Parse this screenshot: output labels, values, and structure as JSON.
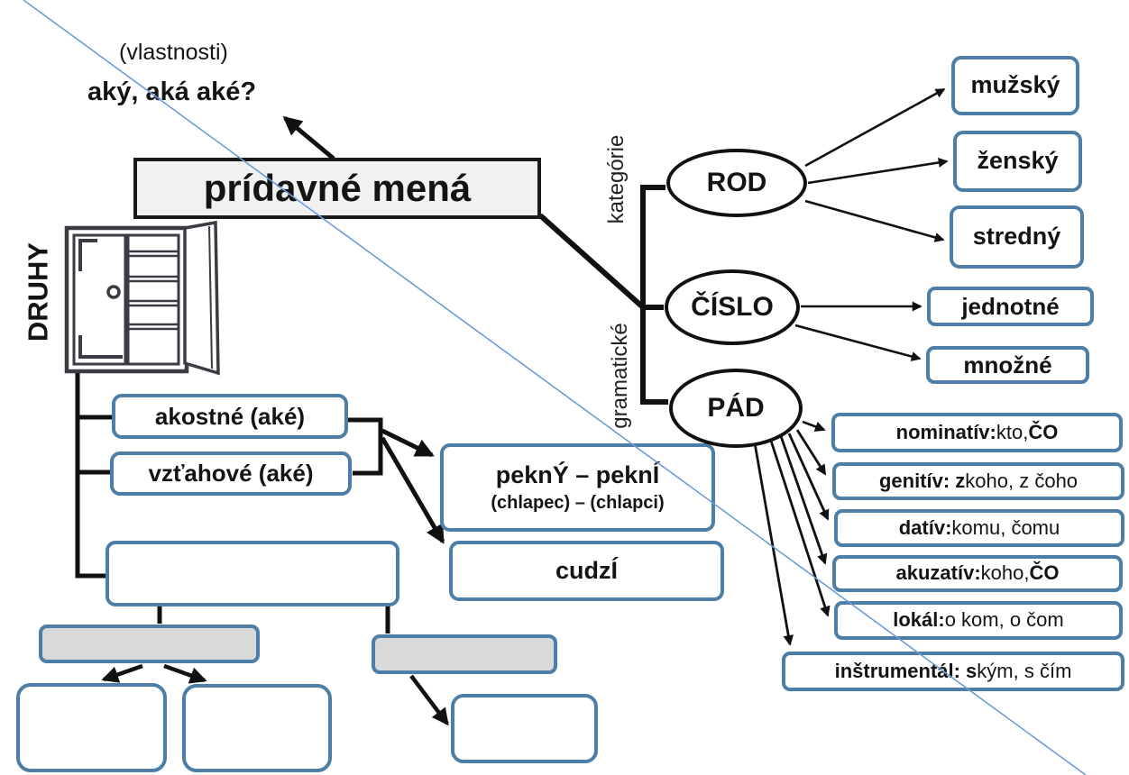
{
  "diagram": {
    "hint": "(vlastnosti)",
    "question": "aký, aká aké?",
    "root": "prídavné mená",
    "left_heading": "DRUHY",
    "types": {
      "akostne": "akostné (aké)",
      "vztahove": "vzťahové (aké)"
    },
    "examples": {
      "pair_line1": "peknÝ – peknÍ",
      "pair_line2": "(chlapec) – (chlapci)",
      "foreign": "cudzÍ"
    },
    "group_labels": {
      "top": "kategórie",
      "bottom": "gramatické"
    },
    "categories": {
      "rod": {
        "label": "ROD",
        "values": [
          "mužský",
          "ženský",
          "stredný"
        ]
      },
      "cislo": {
        "label": "ČÍSLO",
        "values": [
          "jednotné",
          "množné"
        ]
      },
      "pad": {
        "label": "PÁD"
      }
    },
    "cases": [
      {
        "name": "nominativ",
        "segments": [
          {
            "t": "nominatív: ",
            "b": true
          },
          {
            "t": "kto, ",
            "b": false
          },
          {
            "t": "ČO",
            "b": true
          }
        ]
      },
      {
        "name": "genitiv",
        "segments": [
          {
            "t": "genitív: z",
            "b": true
          },
          {
            "t": " koho, z čoho",
            "b": false
          }
        ]
      },
      {
        "name": "dativ",
        "segments": [
          {
            "t": "datív: ",
            "b": true
          },
          {
            "t": "komu, čomu",
            "b": false
          }
        ]
      },
      {
        "name": "akuzativ",
        "segments": [
          {
            "t": "akuzatív: ",
            "b": true
          },
          {
            "t": "koho, ",
            "b": false
          },
          {
            "t": "ČO",
            "b": true
          }
        ]
      },
      {
        "name": "lokal",
        "segments": [
          {
            "t": "lokál: ",
            "b": true
          },
          {
            "t": "o kom, o čom",
            "b": false
          }
        ]
      },
      {
        "name": "instrumental",
        "segments": [
          {
            "t": "inštrumentál: s",
            "b": true
          },
          {
            "t": " kým, s čím",
            "b": false
          }
        ]
      }
    ],
    "icons": {
      "left": "cabinet-icon"
    },
    "colors": {
      "box_border_blue": "#4d7ea8",
      "gray_fill": "#d9d9d9",
      "root_fill": "#f1f1f1",
      "connector_black": "#111111",
      "diagonal_blue": "#6f9bd6",
      "icon_stroke": "#3b3b43"
    }
  }
}
